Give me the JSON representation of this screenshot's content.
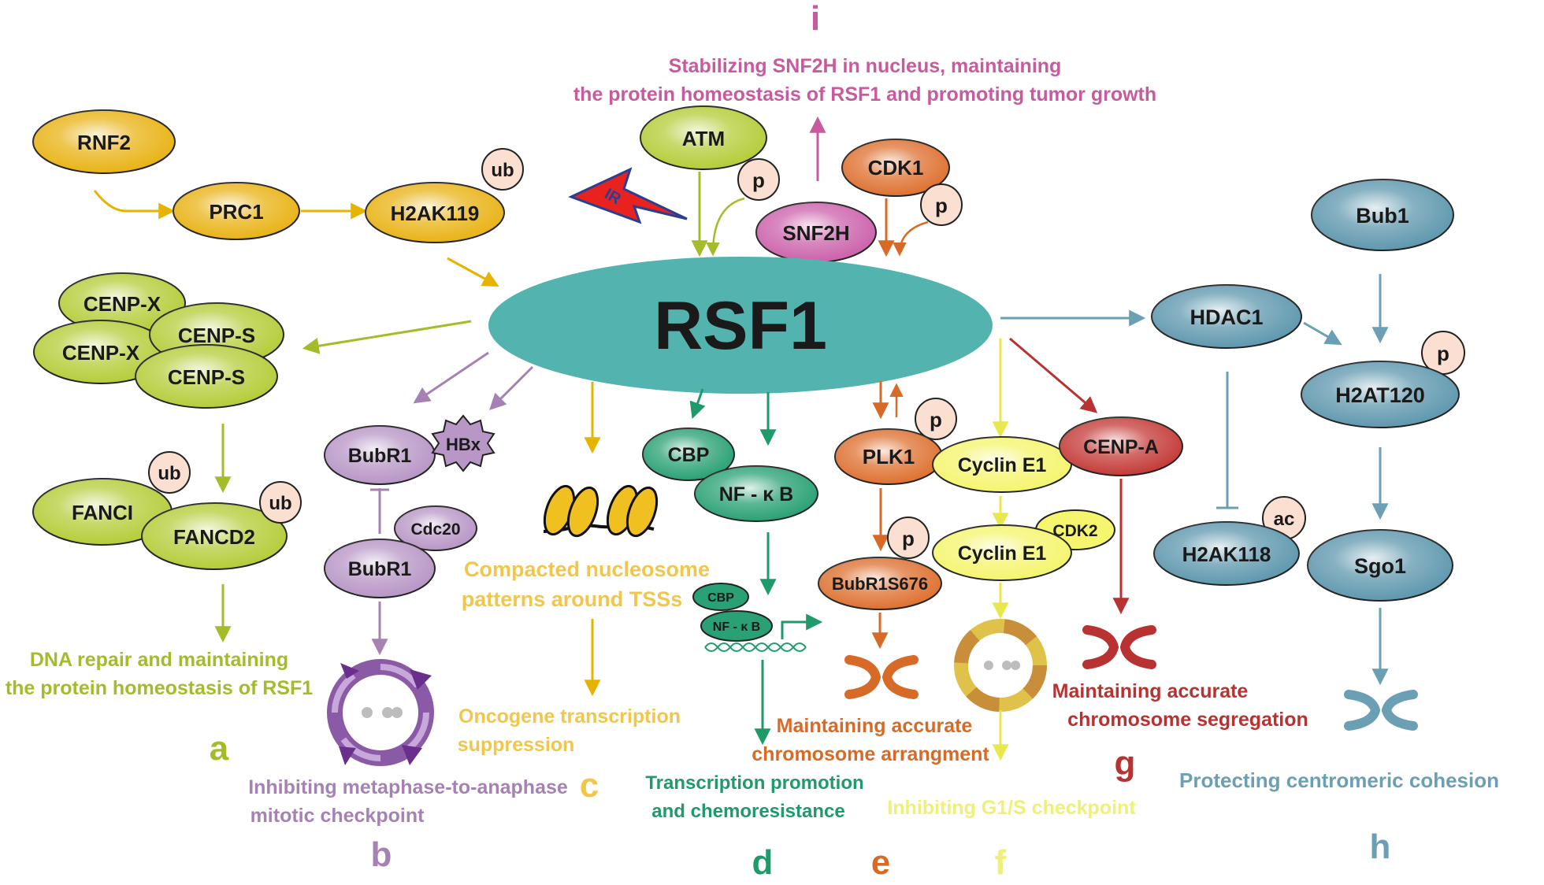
{
  "colors": {
    "a": "#a4bc2a",
    "a_fill": "#b5cd3a",
    "b": "#a582b3",
    "b_fill": "#b896c6",
    "c": "#e6b400",
    "c_text": "#f0c64c",
    "c_fill": "#e9b316",
    "d": "#1f9a6a",
    "d_fill": "#2aa174",
    "e": "#d86a28",
    "e_fill": "#de7131",
    "f": "#e8e84c",
    "f_fill": "#f5f56e",
    "g": "#b83232",
    "g_fill": "#c43b38",
    "h": "#6a9fb4",
    "h_fill": "#5f98ae",
    "i": "#c85a9e",
    "i_fill": "#cc62ab",
    "rsf1": "#53b3ae",
    "p_fill": "#fbe0d2"
  },
  "labels": {
    "rsf1": "RSF1",
    "rnf2": "RNF2",
    "prc1": "PRC1",
    "h2ak119": "H2AK119",
    "atm": "ATM",
    "snf2h": "SNF2H",
    "cdk1": "CDK1",
    "ir": "IR",
    "cenpx": "CENP-X",
    "cenps": "CENP-S",
    "fanci": "FANCI",
    "fancd2": "FANCD2",
    "bubr1": "BubR1",
    "hbx": "HBx",
    "cdc20": "Cdc20",
    "cbp": "CBP",
    "nfkb": "NF - κ B",
    "plk1": "PLK1",
    "bubr1s676": "BubR1S676",
    "cyclin_e1": "Cyclin E1",
    "cdk2": "CDK2",
    "cenpa": "CENP-A",
    "hdac1": "HDAC1",
    "h2ak118": "H2AK118",
    "bub1": "Bub1",
    "h2at120": "H2AT120",
    "sgo1": "Sgo1",
    "p": "p",
    "ub": "ub",
    "ac": "ac"
  },
  "outcomes": {
    "i": [
      "Stabilizing SNF2H in nucleus, maintaining",
      "the protein homeostasis of RSF1 and promoting tumor growth"
    ],
    "a": [
      "DNA repair and maintaining",
      "the protein homeostasis of RSF1"
    ],
    "b": [
      "Inhibiting metaphase-to-anaphase",
      "mitotic checkpoint"
    ],
    "c_mid": [
      "Compacted nucleosome",
      "patterns around TSSs"
    ],
    "c": [
      "Oncogene transcription",
      "suppression"
    ],
    "d": [
      "Transcription promotion",
      "and chemoresistance"
    ],
    "e": [
      "Maintaining accurate",
      "chromosome arrangment"
    ],
    "f": [
      "Inhibiting G1/S checkpoint"
    ],
    "g": [
      "Maintaining accurate",
      "chromosome segregation"
    ],
    "h": [
      "Protecting centromeric cohesion"
    ]
  },
  "panel_letters": {
    "a": "a",
    "b": "b",
    "c": "c",
    "d": "d",
    "e": "e",
    "f": "f",
    "g": "g",
    "h": "h",
    "i": "i"
  }
}
